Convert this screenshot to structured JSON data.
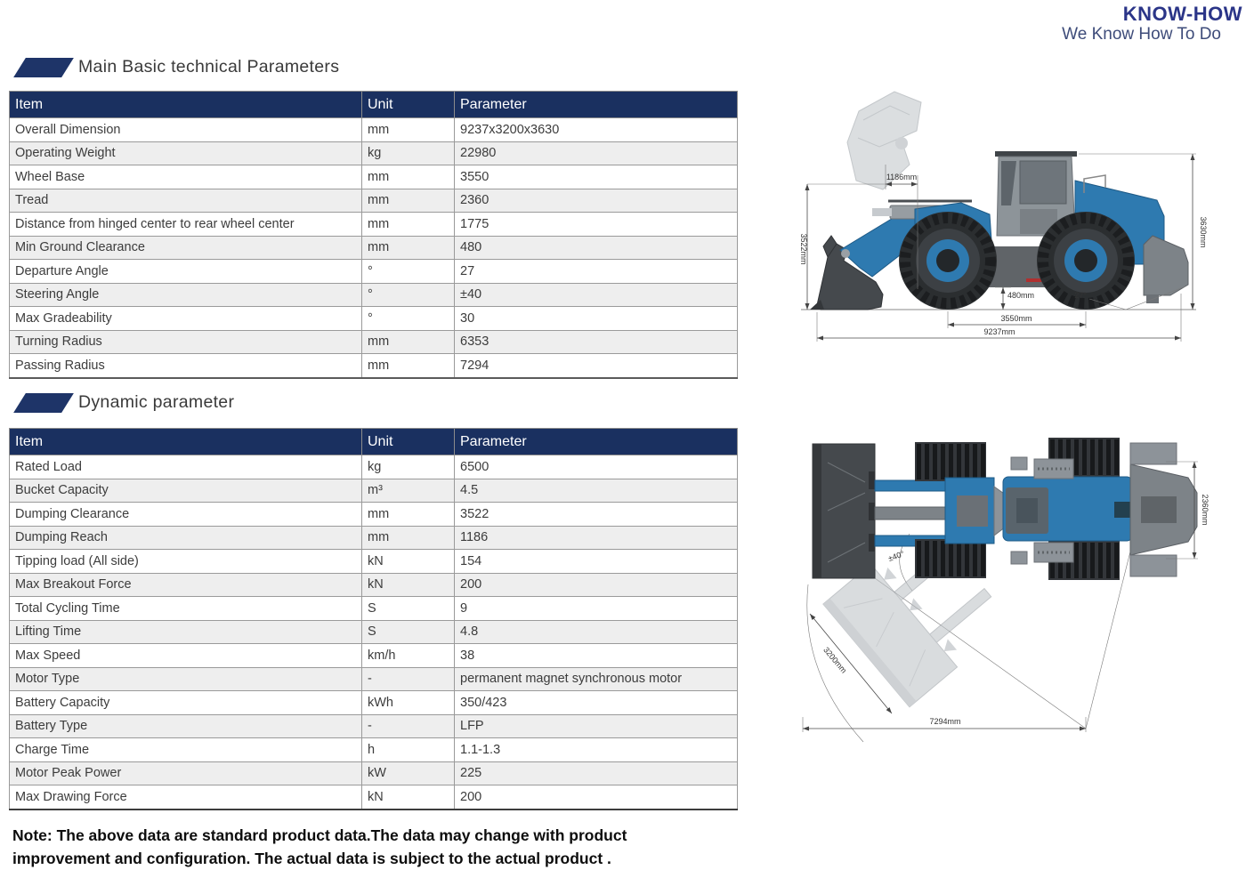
{
  "logo": {
    "brand": "KNOW-HOW",
    "tagline": "We Know How To Do"
  },
  "sections": [
    {
      "title": "Main Basic technical Parameters",
      "columns": [
        "Item",
        "Unit",
        "Parameter"
      ],
      "rows": [
        [
          "Overall Dimension",
          "mm",
          "9237x3200x3630"
        ],
        [
          "Operating Weight",
          "kg",
          "22980"
        ],
        [
          "Wheel Base",
          "mm",
          "3550"
        ],
        [
          "Tread",
          "mm",
          "2360"
        ],
        [
          "Distance from hinged center to rear wheel center",
          "mm",
          "1775"
        ],
        [
          "Min Ground Clearance",
          "mm",
          "480"
        ],
        [
          "Departure Angle",
          "°",
          "27"
        ],
        [
          "Steering Angle",
          "°",
          "±40"
        ],
        [
          "Max Gradeability",
          "°",
          "30"
        ],
        [
          "Turning Radius",
          "mm",
          "6353"
        ],
        [
          "Passing Radius",
          "mm",
          "7294"
        ]
      ]
    },
    {
      "title": "Dynamic parameter",
      "columns": [
        "Item",
        "Unit",
        "Parameter"
      ],
      "rows": [
        [
          "Rated Load",
          "kg",
          "6500"
        ],
        [
          "Bucket Capacity",
          "m³",
          "4.5"
        ],
        [
          "Dumping Clearance",
          "mm",
          "3522"
        ],
        [
          "Dumping Reach",
          "mm",
          "1186"
        ],
        [
          "Tipping load (All side)",
          "kN",
          "154"
        ],
        [
          "Max Breakout Force",
          "kN",
          "200"
        ],
        [
          "Total Cycling Time",
          "S",
          "9"
        ],
        [
          "Lifting Time",
          "S",
          "4.8"
        ],
        [
          "Max Speed",
          "km/h",
          "38"
        ],
        [
          "Motor Type",
          "-",
          "permanent magnet synchronous motor"
        ],
        [
          "Battery Capacity",
          "kWh",
          "350/423"
        ],
        [
          "Battery Type",
          "-",
          "LFP"
        ],
        [
          "Charge Time",
          "h",
          "1.1-1.3"
        ],
        [
          "Motor Peak Power",
          "kW",
          "225"
        ],
        [
          "Max Drawing Force",
          "kN",
          "200"
        ]
      ]
    }
  ],
  "note": {
    "line1": "Note: The above data are standard product data.The data may change with product",
    "line2": "improvement and configuration. The actual data is subject to the actual product ."
  },
  "diagrams": {
    "side_view": {
      "dims": {
        "reach": "1186mm",
        "dump_clearance": "3522mm",
        "overall_height": "3630mm",
        "ground_clearance": "480mm",
        "wheel_base": "3550mm",
        "overall_length": "9237mm",
        "departure_angle": "27°"
      }
    },
    "top_view": {
      "dims": {
        "tread_width": "2360mm",
        "steering_angle": "±40°",
        "bucket_width": "3200mm",
        "passing_radius": "7294mm"
      }
    }
  },
  "colors": {
    "accent_navy": "#1a3060",
    "brand_blue": "#2b3588",
    "machine_blue": "#2e7ab0",
    "row_alt": "#eeeeee",
    "ghost_gray": "#c9cdd1"
  }
}
